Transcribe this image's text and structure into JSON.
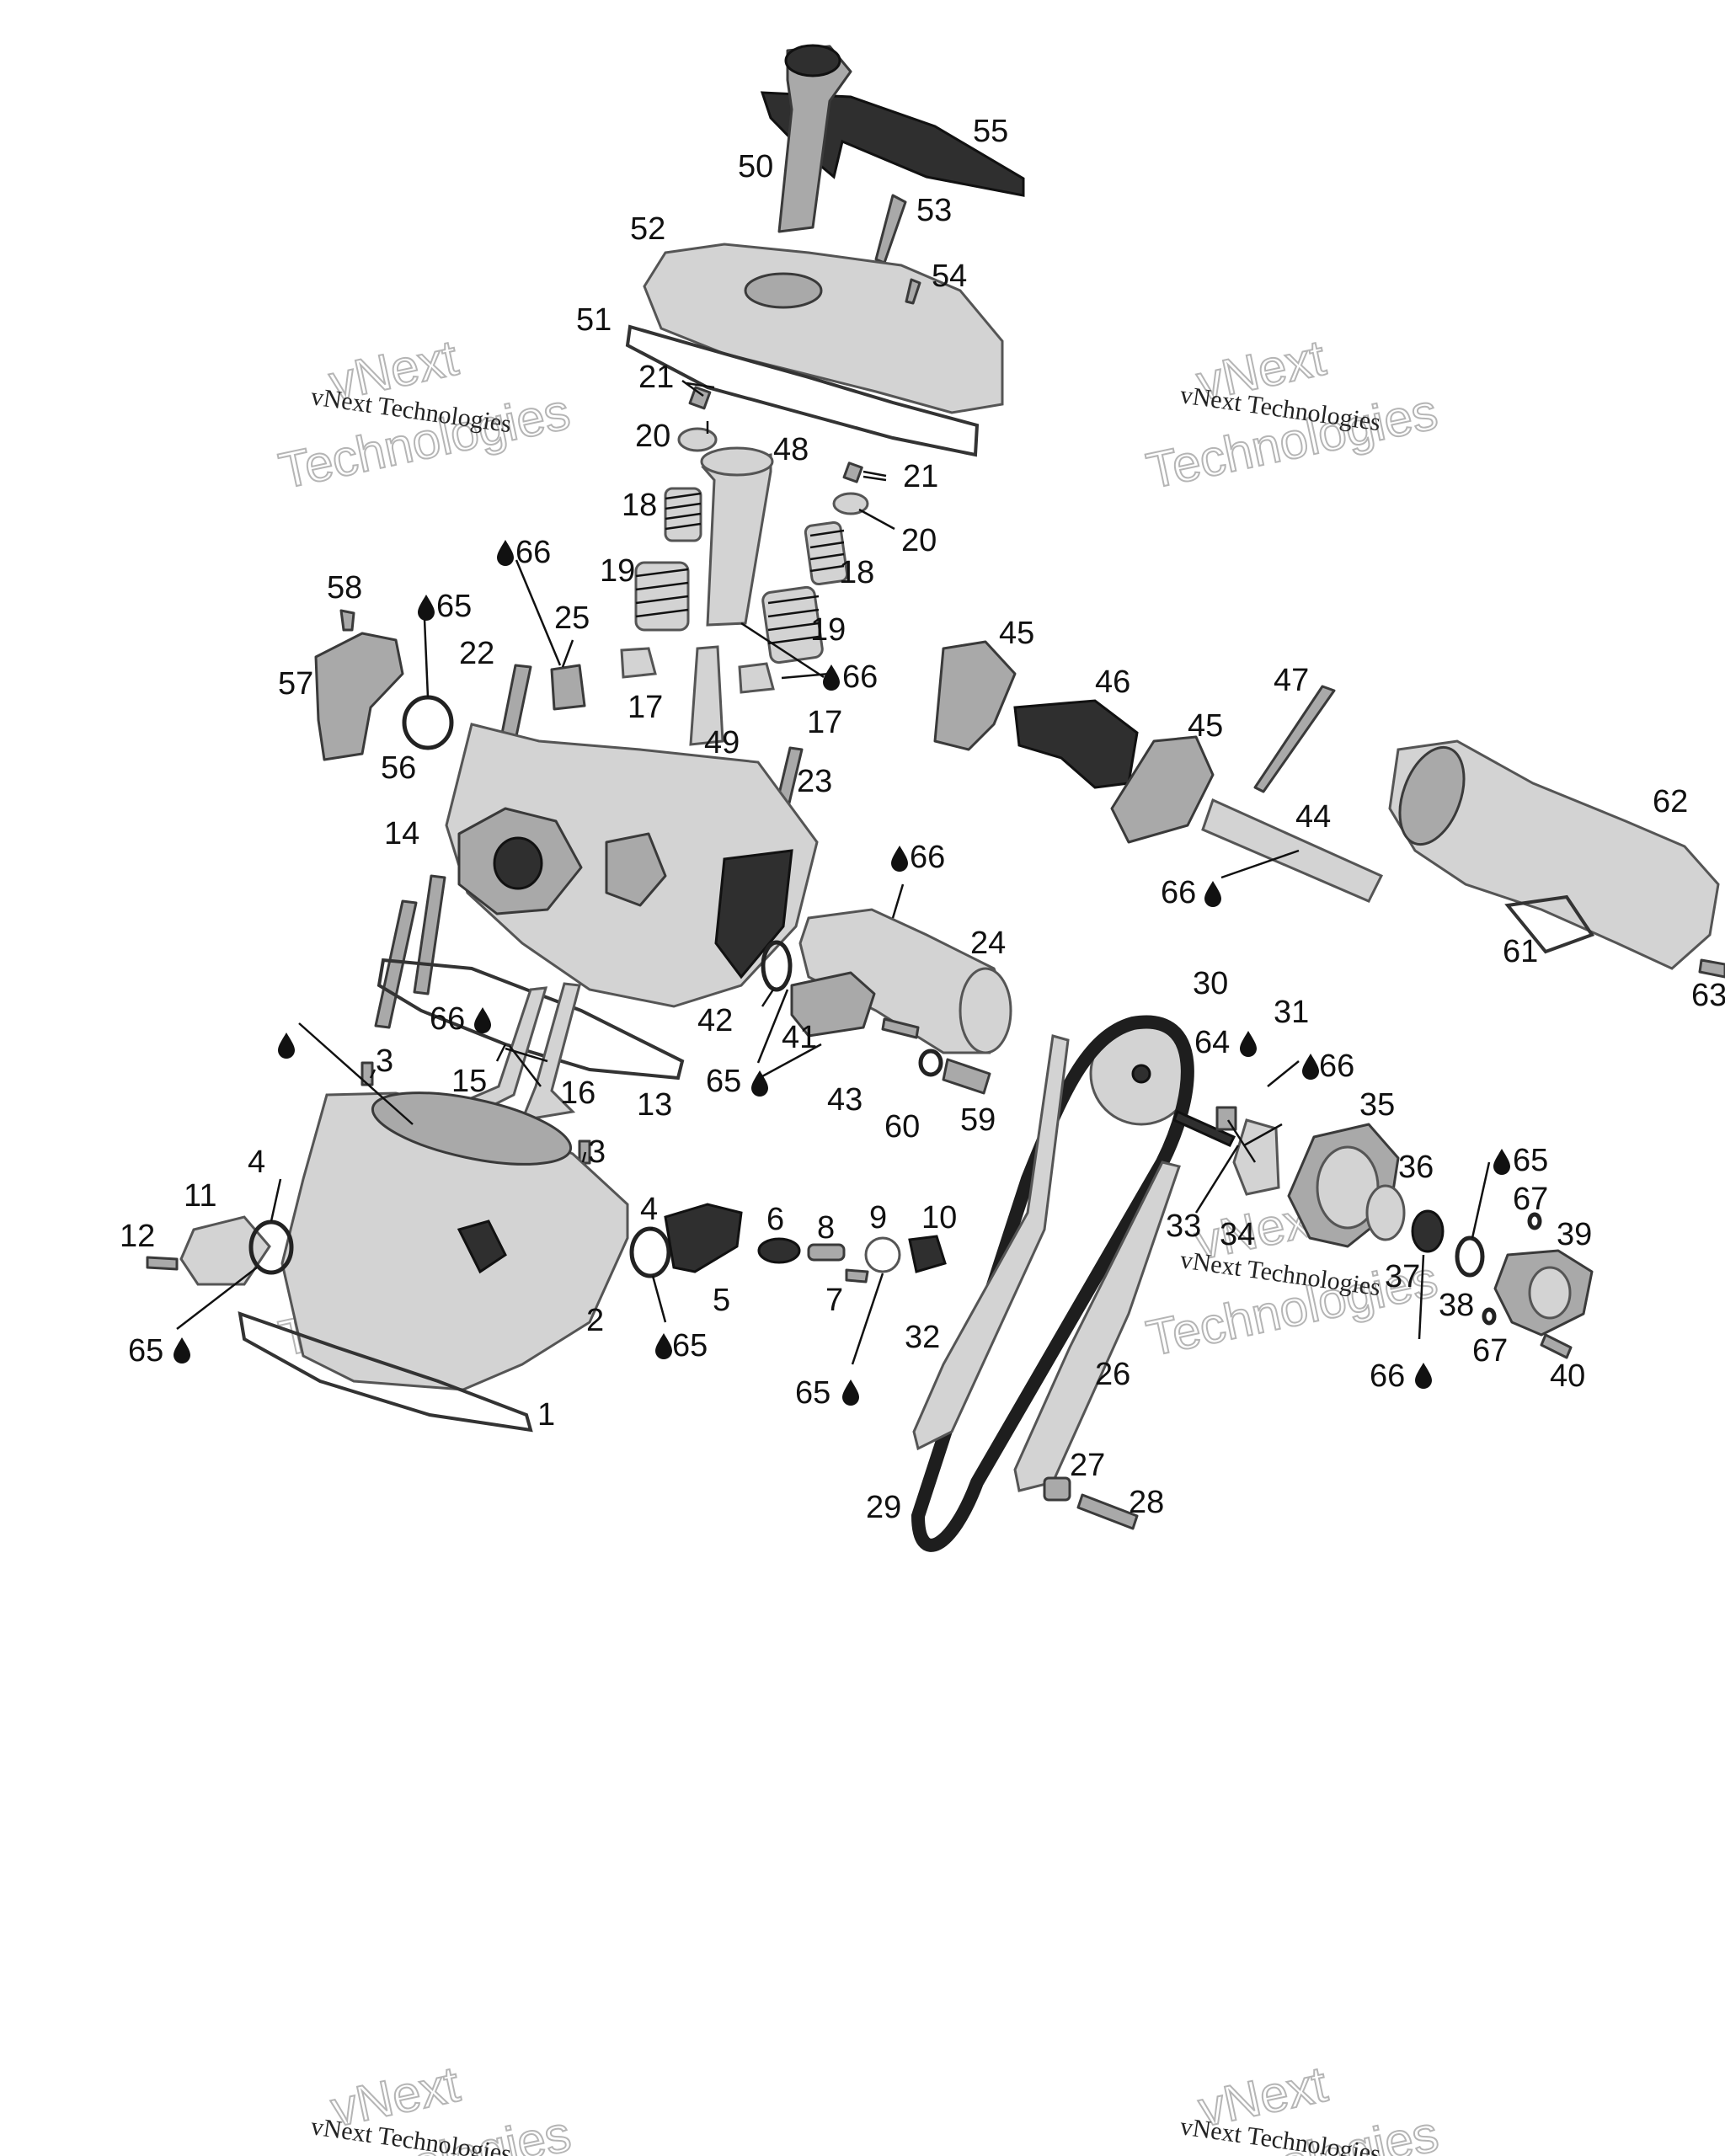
{
  "watermark": {
    "line1": "vNext Technologies",
    "big_word1": "vNext",
    "big_word2": "Technologies"
  },
  "symbols": {
    "lubricant": "drop-icon"
  },
  "callouts": [
    {
      "id": "55",
      "text": "55"
    },
    {
      "id": "50",
      "text": "50"
    },
    {
      "id": "53",
      "text": "53"
    },
    {
      "id": "52",
      "text": "52"
    },
    {
      "id": "54",
      "text": "54"
    },
    {
      "id": "51",
      "text": "51"
    },
    {
      "id": "21a",
      "text": "21"
    },
    {
      "id": "20a",
      "text": "20"
    },
    {
      "id": "48",
      "text": "48"
    },
    {
      "id": "21b",
      "text": "21"
    },
    {
      "id": "18a",
      "text": "18"
    },
    {
      "id": "20b",
      "text": "20"
    },
    {
      "id": "18b",
      "text": "18"
    },
    {
      "id": "19a",
      "text": "19"
    },
    {
      "id": "19b",
      "text": "19"
    },
    {
      "id": "66a",
      "text": "66"
    },
    {
      "id": "58",
      "text": "58"
    },
    {
      "id": "65a",
      "text": "65"
    },
    {
      "id": "25",
      "text": "25"
    },
    {
      "id": "22",
      "text": "22"
    },
    {
      "id": "57",
      "text": "57"
    },
    {
      "id": "17a",
      "text": "17"
    },
    {
      "id": "66b",
      "text": "66"
    },
    {
      "id": "17b",
      "text": "17"
    },
    {
      "id": "49",
      "text": "49"
    },
    {
      "id": "56",
      "text": "56"
    },
    {
      "id": "23",
      "text": "23"
    },
    {
      "id": "45a",
      "text": "45"
    },
    {
      "id": "46",
      "text": "46"
    },
    {
      "id": "47",
      "text": "47"
    },
    {
      "id": "45b",
      "text": "45"
    },
    {
      "id": "14",
      "text": "14"
    },
    {
      "id": "44",
      "text": "44"
    },
    {
      "id": "66c",
      "text": "66"
    },
    {
      "id": "66d",
      "text": "66"
    },
    {
      "id": "62",
      "text": "62"
    },
    {
      "id": "24",
      "text": "24"
    },
    {
      "id": "61",
      "text": "61"
    },
    {
      "id": "63",
      "text": "63"
    },
    {
      "id": "30",
      "text": "30"
    },
    {
      "id": "42",
      "text": "42"
    },
    {
      "id": "41",
      "text": "41"
    },
    {
      "id": "66e",
      "text": "66"
    },
    {
      "id": "64",
      "text": "64"
    },
    {
      "id": "31",
      "text": "31"
    },
    {
      "id": "66f",
      "text": "66"
    },
    {
      "id": "3a",
      "text": "3"
    },
    {
      "id": "15",
      "text": "15"
    },
    {
      "id": "16",
      "text": "16"
    },
    {
      "id": "65b",
      "text": "65"
    },
    {
      "id": "43",
      "text": "43"
    },
    {
      "id": "13",
      "text": "13"
    },
    {
      "id": "60",
      "text": "60"
    },
    {
      "id": "59",
      "text": "59"
    },
    {
      "id": "35",
      "text": "35"
    },
    {
      "id": "3b",
      "text": "3"
    },
    {
      "id": "4a",
      "text": "4"
    },
    {
      "id": "36",
      "text": "36"
    },
    {
      "id": "65c",
      "text": "65"
    },
    {
      "id": "11",
      "text": "11"
    },
    {
      "id": "4b",
      "text": "4"
    },
    {
      "id": "6",
      "text": "6"
    },
    {
      "id": "8",
      "text": "8"
    },
    {
      "id": "9",
      "text": "9"
    },
    {
      "id": "10",
      "text": "10"
    },
    {
      "id": "33",
      "text": "33"
    },
    {
      "id": "34",
      "text": "34"
    },
    {
      "id": "67a",
      "text": "67"
    },
    {
      "id": "39",
      "text": "39"
    },
    {
      "id": "12",
      "text": "12"
    },
    {
      "id": "37",
      "text": "37"
    },
    {
      "id": "38",
      "text": "38"
    },
    {
      "id": "5",
      "text": "5"
    },
    {
      "id": "7",
      "text": "7"
    },
    {
      "id": "2",
      "text": "2"
    },
    {
      "id": "32",
      "text": "32"
    },
    {
      "id": "65d",
      "text": "65"
    },
    {
      "id": "65e",
      "text": "65"
    },
    {
      "id": "67b",
      "text": "67"
    },
    {
      "id": "66g",
      "text": "66"
    },
    {
      "id": "40",
      "text": "40"
    },
    {
      "id": "26",
      "text": "26"
    },
    {
      "id": "65f",
      "text": "65"
    },
    {
      "id": "1",
      "text": "1"
    },
    {
      "id": "27",
      "text": "27"
    },
    {
      "id": "28",
      "text": "28"
    },
    {
      "id": "29",
      "text": "29"
    }
  ]
}
